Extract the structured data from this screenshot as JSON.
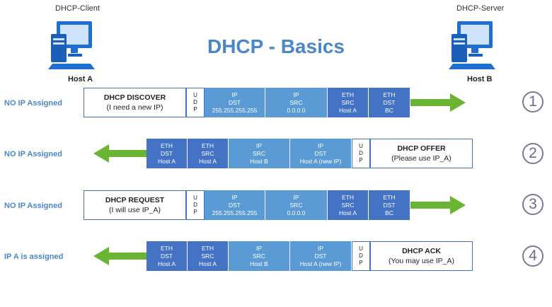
{
  "title": "DHCP - Basics",
  "client": {
    "role": "DHCP-Client",
    "name": "Host A"
  },
  "server": {
    "role": "DHCP-Server",
    "name": "Host B"
  },
  "colors": {
    "ip_cell": "#5b9bd5",
    "eth_cell": "#4472c4",
    "arrow": "#6ab434",
    "title": "#4a86c8"
  },
  "rows": [
    {
      "number": "1",
      "status": "NO IP Assigned",
      "direction": "to-server",
      "message": {
        "title": "DHCP DISCOVER",
        "subtitle": "(I need a new IP)"
      },
      "udp": [
        "U",
        "D",
        "P"
      ],
      "ip_dst": [
        "IP",
        "DST",
        "255.255.255.255"
      ],
      "ip_src": [
        "IP",
        "SRC",
        "0.0.0.0"
      ],
      "eth_src": [
        "ETH",
        "SRC",
        "Host A"
      ],
      "eth_dst": [
        "ETH",
        "DST",
        "BC"
      ]
    },
    {
      "number": "2",
      "status": "NO IP Assigned",
      "direction": "to-client",
      "eth_dst": [
        "ETH",
        "DST",
        "Host A"
      ],
      "eth_src": [
        "ETH",
        "SRC",
        "Host A"
      ],
      "ip_src": [
        "IP",
        "SRC",
        "Host B"
      ],
      "ip_dst": [
        "IP",
        "DST",
        "Host A (new IP)"
      ],
      "udp": [
        "U",
        "D",
        "P"
      ],
      "message": {
        "title": "DHCP OFFER",
        "subtitle": "(Please use IP_A)"
      }
    },
    {
      "number": "3",
      "status": "NO IP Assigned",
      "direction": "to-server",
      "message": {
        "title": "DHCP REQUEST",
        "subtitle": "(I will use IP_A)"
      },
      "udp": [
        "U",
        "D",
        "P"
      ],
      "ip_dst": [
        "IP",
        "DST",
        "255.255.255.255"
      ],
      "ip_src": [
        "IP",
        "SRC",
        "0.0.0.0"
      ],
      "eth_src": [
        "ETH",
        "SRC",
        "Host A"
      ],
      "eth_dst": [
        "ETH",
        "DST",
        "BC"
      ]
    },
    {
      "number": "4",
      "status": "IP A is assigned",
      "direction": "to-client",
      "eth_dst": [
        "ETH",
        "DST",
        "Host A"
      ],
      "eth_src": [
        "ETH",
        "SRC",
        "Host A"
      ],
      "ip_src": [
        "IP",
        "SRC",
        "Host B"
      ],
      "ip_dst": [
        "IP",
        "DST",
        "Host A (new IP)"
      ],
      "udp": [
        "U",
        "D",
        "P"
      ],
      "message": {
        "title": "DHCP ACK",
        "subtitle": "(You may use IP_A)"
      }
    }
  ]
}
